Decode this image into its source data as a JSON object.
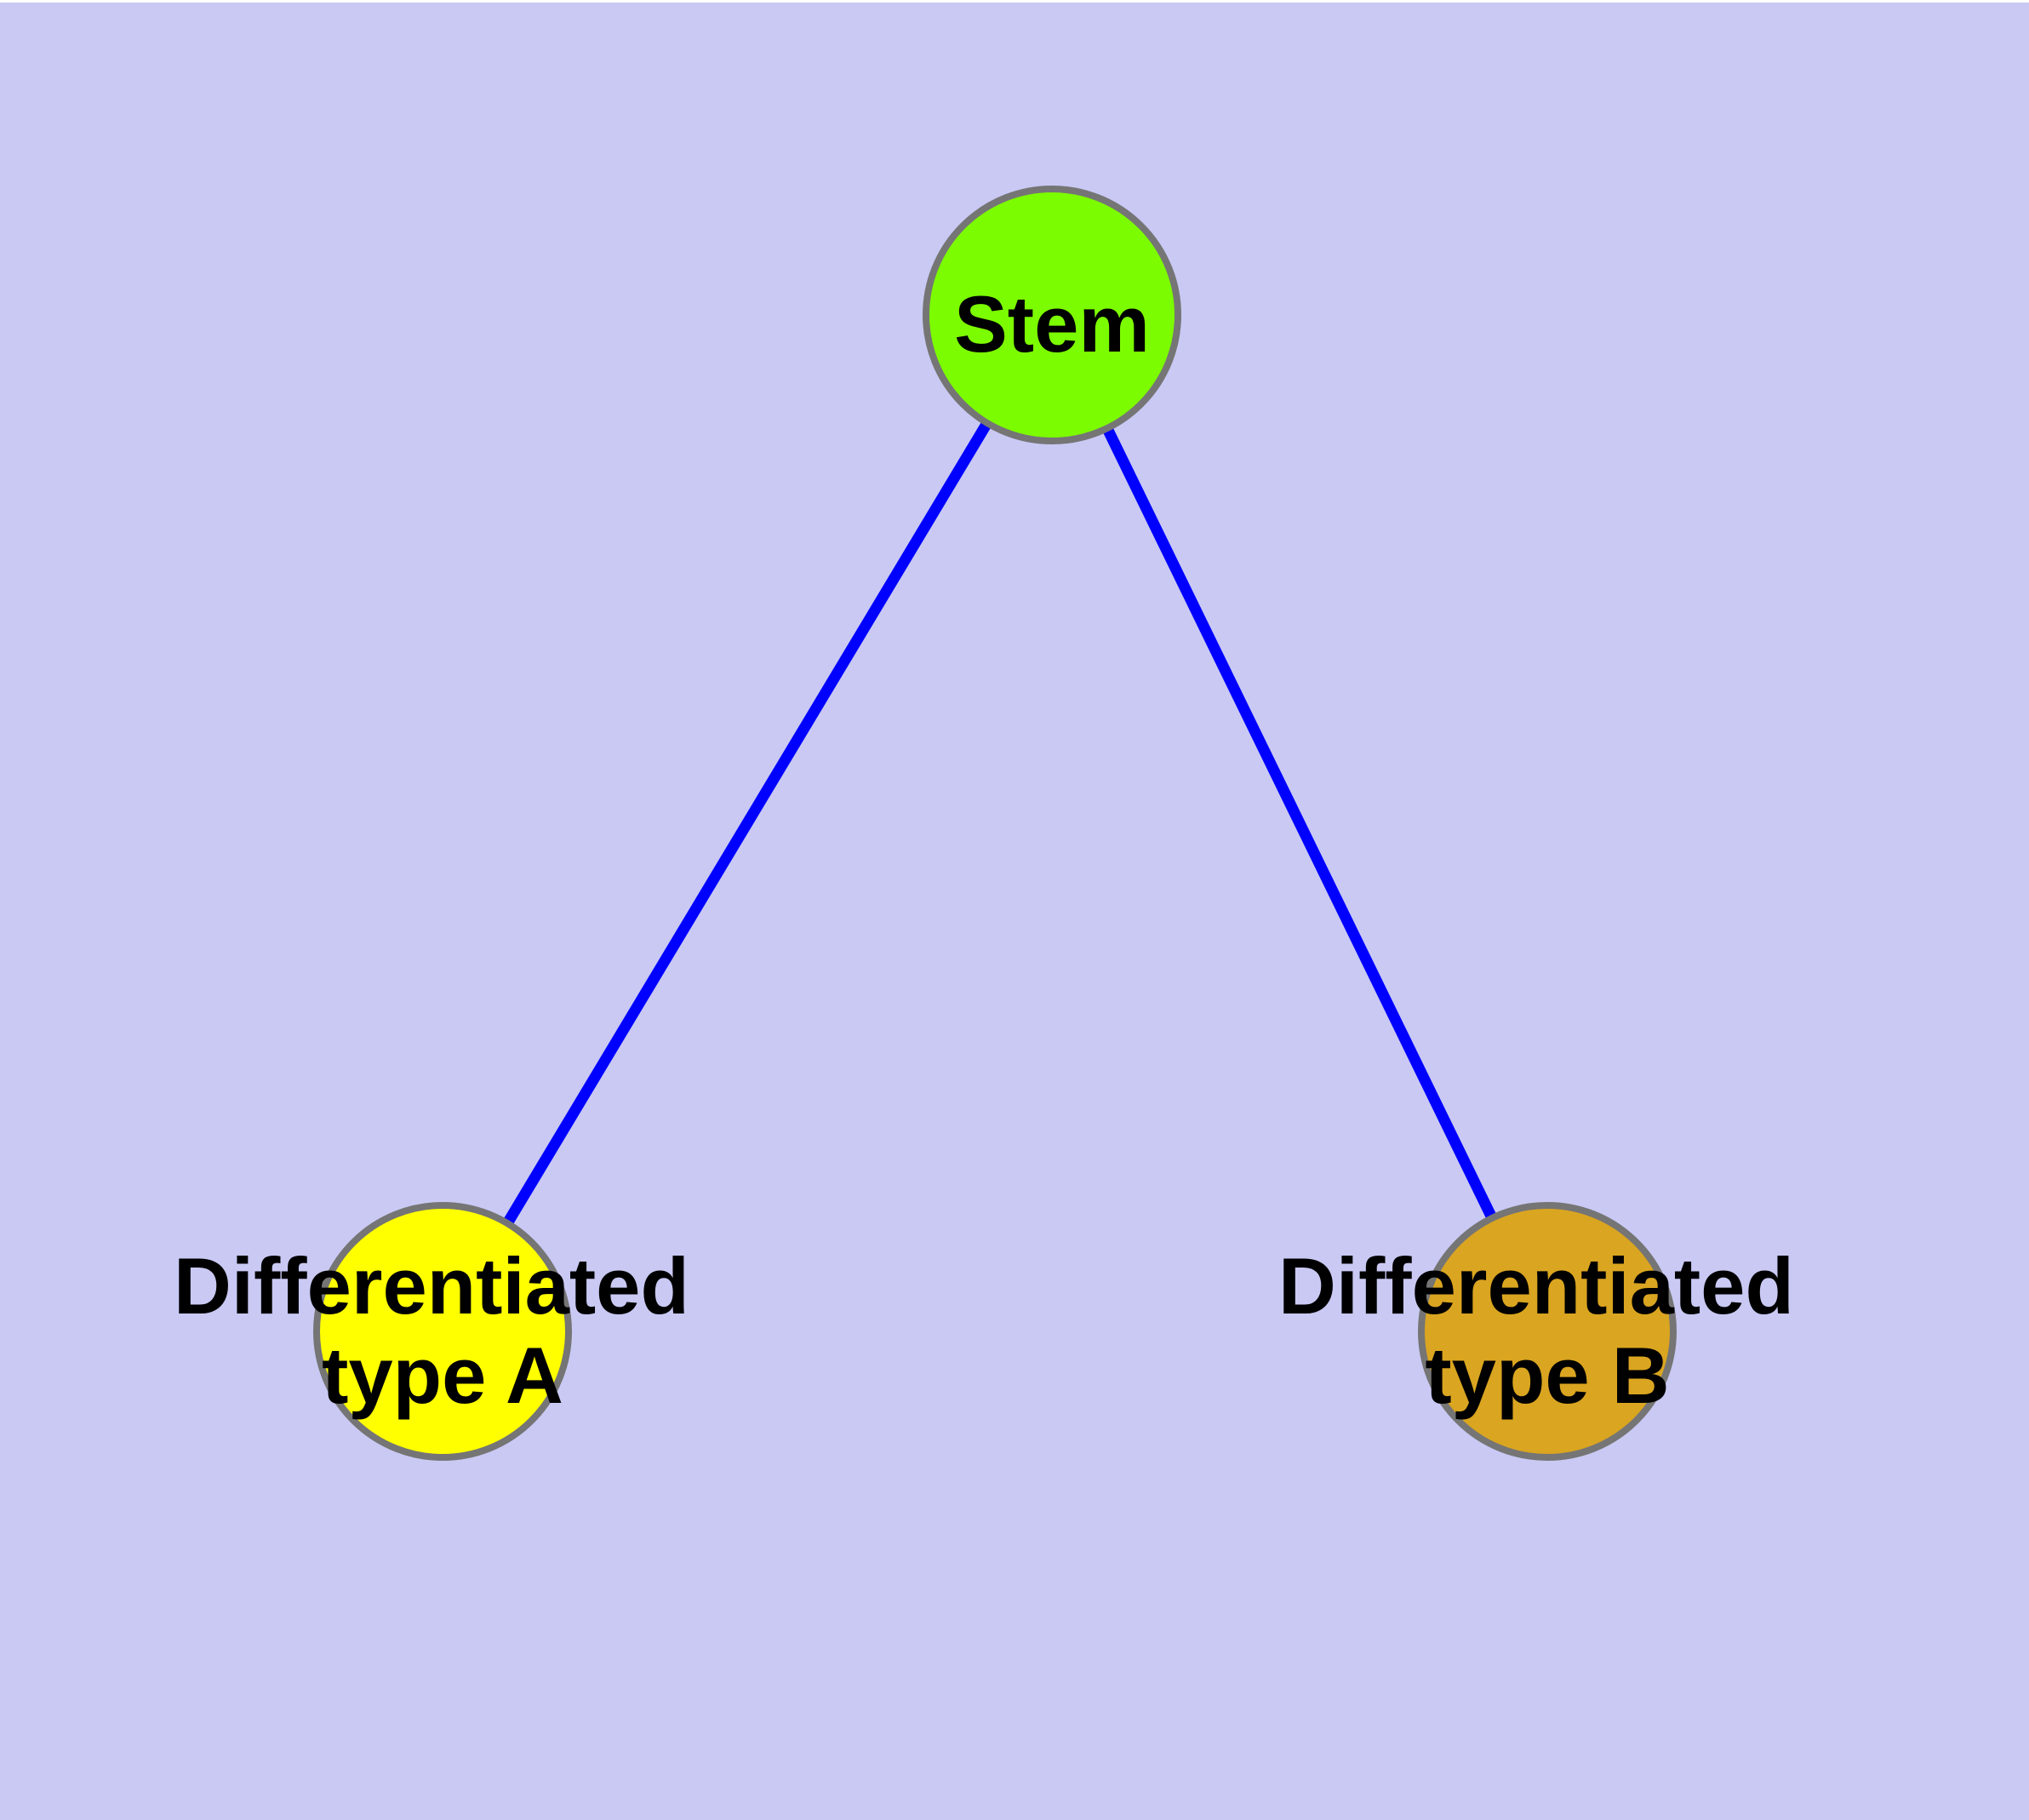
{
  "diagram": {
    "background_color": "#c9c9f4",
    "edge_color": "#0000ff",
    "node_border_color": "#757575",
    "label_color": "#000000",
    "nodes": [
      {
        "label": "Stem",
        "color": "#7cfc00"
      },
      {
        "label": "Differentiated type A",
        "label_line1": "Differentiated",
        "label_line2": "type A",
        "color": "#ffff00"
      },
      {
        "label": "Differentiated type B",
        "label_line1": "Differentiated",
        "label_line2": "type B",
        "color": "#daa520"
      }
    ],
    "edges": [
      {
        "from": "Stem",
        "to": "Differentiated type A"
      },
      {
        "from": "Stem",
        "to": "Differentiated type B"
      }
    ]
  }
}
